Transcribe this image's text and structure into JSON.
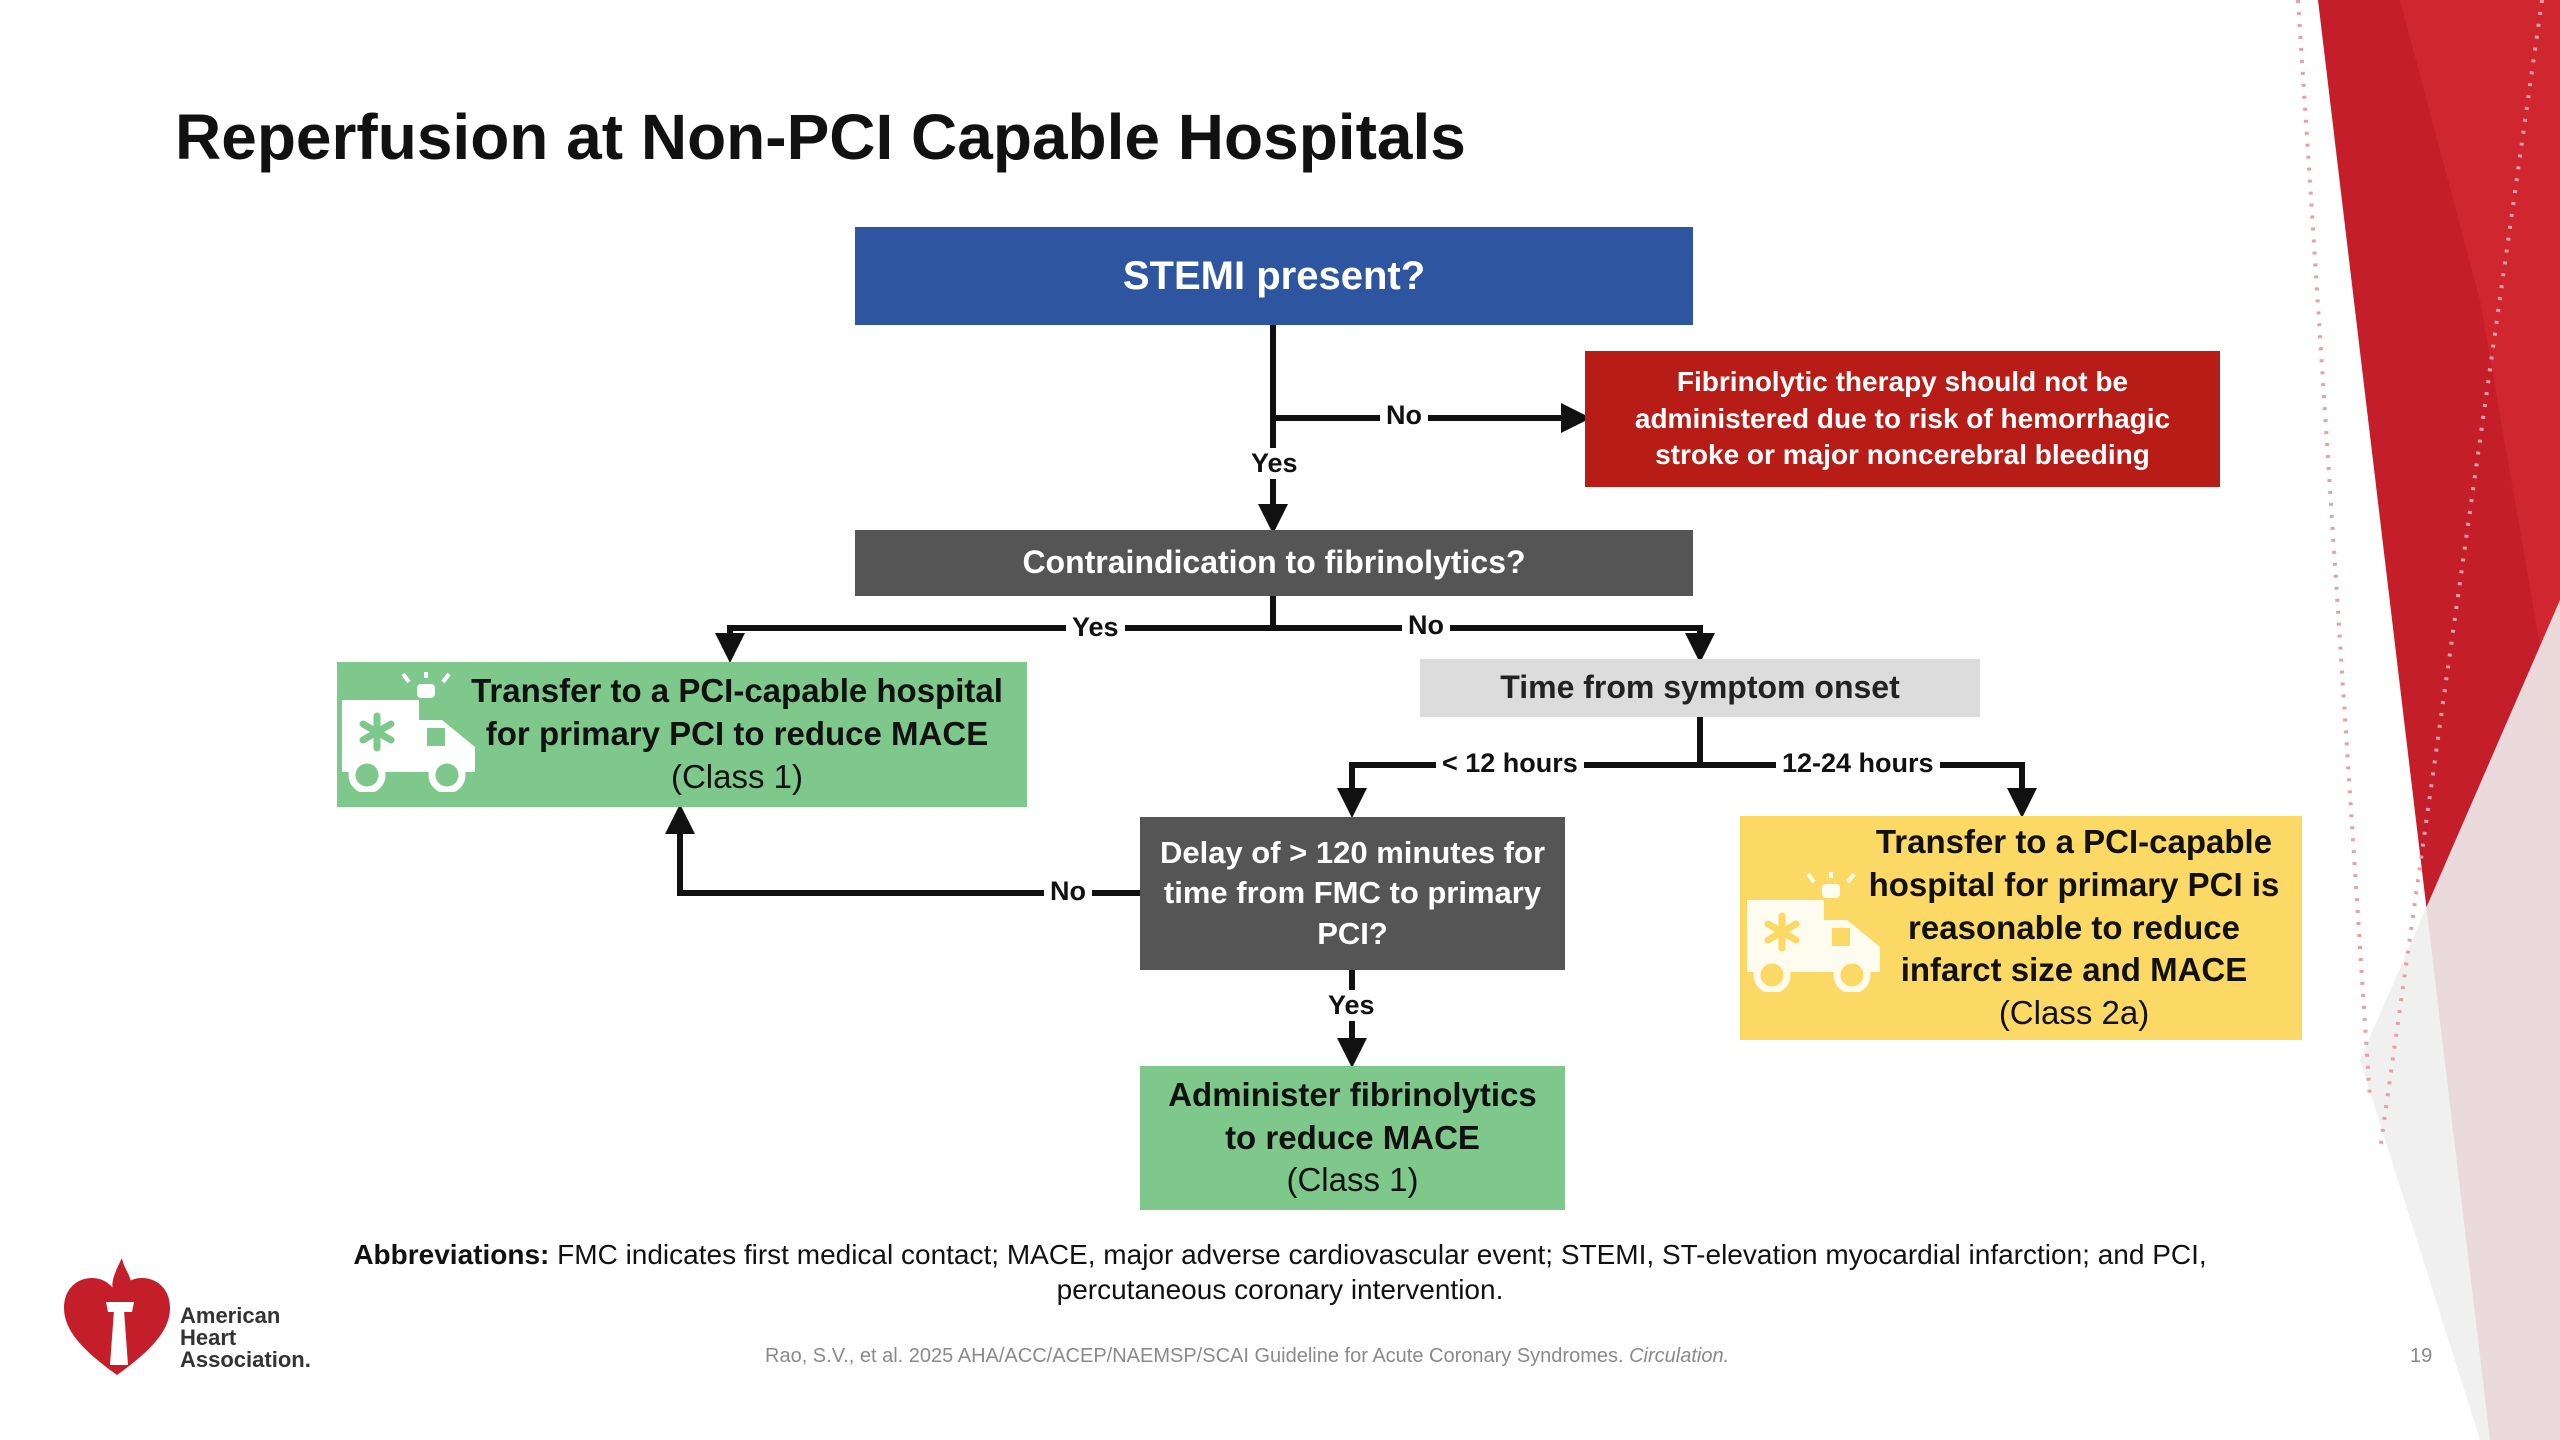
{
  "slide": {
    "title": "Reperfusion at Non-PCI Capable Hospitals",
    "page_number": "19"
  },
  "flow": {
    "stemi": "STEMI present?",
    "fibrinolytic_warning": "Fibrinolytic therapy should not be administered due to risk of hemorrhagic stroke or major noncerebral bleeding",
    "contraindication": "Contraindication to fibrinolytics?",
    "transfer_class1_line1": "Transfer to a PCI-capable hospital for primary PCI to reduce MACE",
    "transfer_class1_class": "(Class 1)",
    "time_onset": "Time from symptom onset",
    "delay": "Delay of > 120 minutes for time from FMC to primary PCI?",
    "transfer_class2a_line1": "Transfer to a PCI-capable hospital for primary PCI is reasonable to reduce infarct size and MACE",
    "transfer_class2a_class": "(Class 2a)",
    "administer_line1": "Administer fibrinolytics to reduce MACE",
    "administer_class": "(Class 1)"
  },
  "labels": {
    "stemi_no": "No",
    "stemi_yes": "Yes",
    "contra_yes": "Yes",
    "contra_no": "No",
    "lt12": "< 12 hours",
    "h12_24": "12-24 hours",
    "delay_no": "No",
    "delay_yes": "Yes"
  },
  "footer": {
    "abbr_label": "Abbreviations:",
    "abbr_text": "FMC indicates first medical contact; MACE, major adverse cardiovascular event; STEMI, ST-elevation myocardial infarction; and PCI, percutaneous coronary intervention.",
    "citation": "Rao, S.V., et al. 2025 AHA/ACC/ACEP/NAEMSP/SCAI Guideline for Acute Coronary Syndromes.",
    "citation_journal": "Circulation."
  },
  "logo": {
    "line1": "American",
    "line2": "Heart",
    "line3": "Association."
  },
  "colors": {
    "blue": "#2e55a0",
    "red": "#b71c17",
    "dark_gray": "#555555",
    "light_gray": "#dcdcdc",
    "green": "#7ec88b",
    "yellow": "#fcd965"
  },
  "icons": [
    "ambulance-icon",
    "heart-torch-logo"
  ]
}
